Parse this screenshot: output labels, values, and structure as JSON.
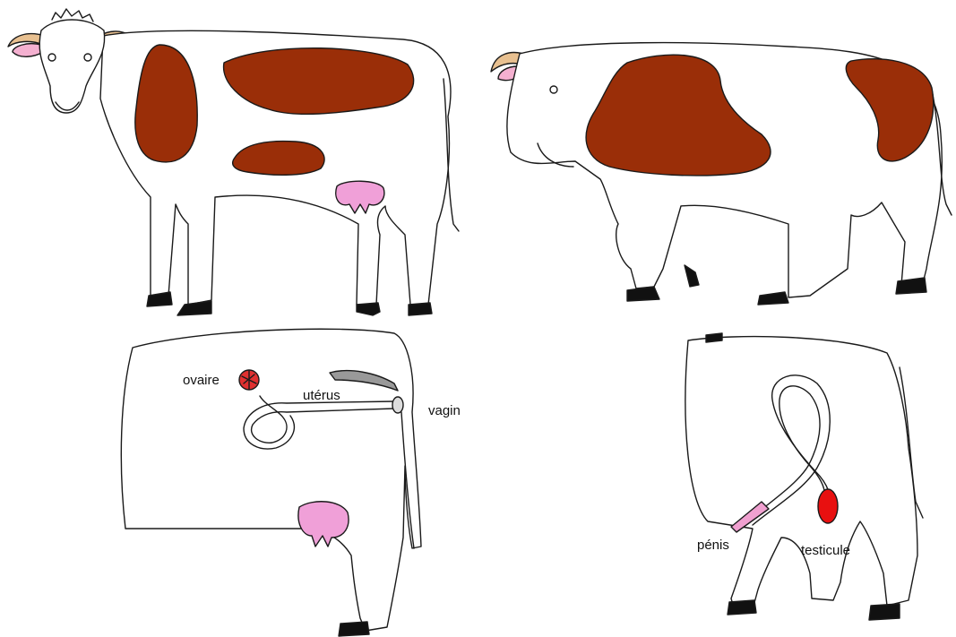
{
  "colors": {
    "background": "#ffffff",
    "outline": "#1a1a1a",
    "spot": "#9a2e08",
    "udder": "#f0a0d8",
    "horn": "#e8c090",
    "ear_inner": "#f4b0d0",
    "hoof": "#111111",
    "ovary": "#e03030",
    "testicle": "#e81010",
    "penis": "#f0a0d0",
    "oviduct_hatch": "#999999"
  },
  "labels": {
    "ovary": "ovaire",
    "uterus": "utérus",
    "vagina": "vagin",
    "penis": "pénis",
    "testicle": "testicule"
  }
}
